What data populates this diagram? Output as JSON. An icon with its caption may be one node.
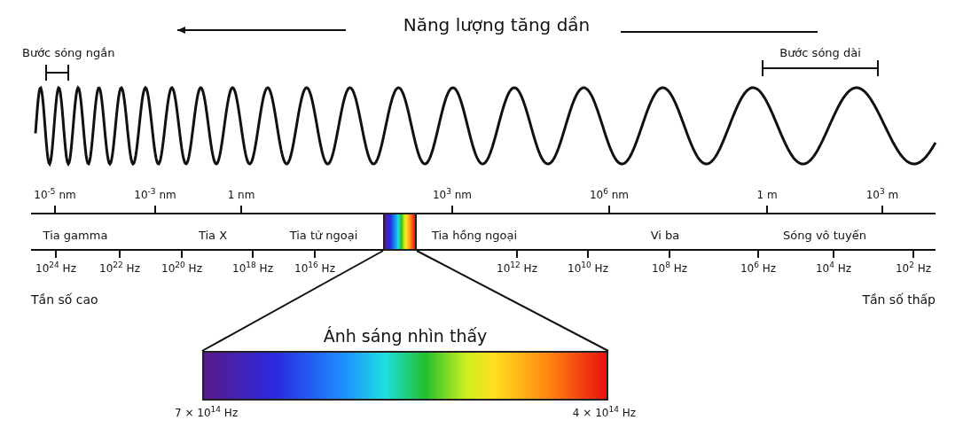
{
  "diagram": {
    "nodes": [
      {
        "text": [],
        "shape": "bar"
      },
      {
        "text": [
          "Ánh sáng nhìn thấy"
        ],
        "beside": [
          "7 × 10$^{14}$ Hz",
          "4 × 10$^{14}$ Hz"
        ]
      }
    ],
    "edges": [
      {
        "from": 0,
        "to": 1,
        "arrow": "none"
      },
      {
        "from": 0,
        "to": 1,
        "arrow": "none"
      }
    ],
    "labels": [
      "Năng lượng tăng dần",
      "Bước sóng ngắn",
      "Bước sóng dài",
      "10$^{-5}$ nm",
      "10$^{-3}$ nm",
      "1 nm",
      "10$^{3}$ nm",
      "10$^{6}$ nm",
      "1 m",
      "10$^{3}$ m",
      "Tia gamma",
      "Tia X",
      "Tia tử ngoại",
      "Tia hồng ngoại",
      "Vi ba",
      "Sóng vô tuyến",
      "10$^{24}$ Hz",
      "10$^{22}$ Hz",
      "10$^{20}$ Hz",
      "10$^{18}$ Hz",
      "10$^{16}$ Hz",
      "10$^{12}$ Hz",
      "10$^{10}$ Hz",
      "10$^{8}$ Hz",
      "10$^{6}$ Hz",
      "10$^{4}$ Hz",
      "10$^{2}$ Hz",
      "Tần số cao",
      "Tần số thấp"
    ]
  }
}
